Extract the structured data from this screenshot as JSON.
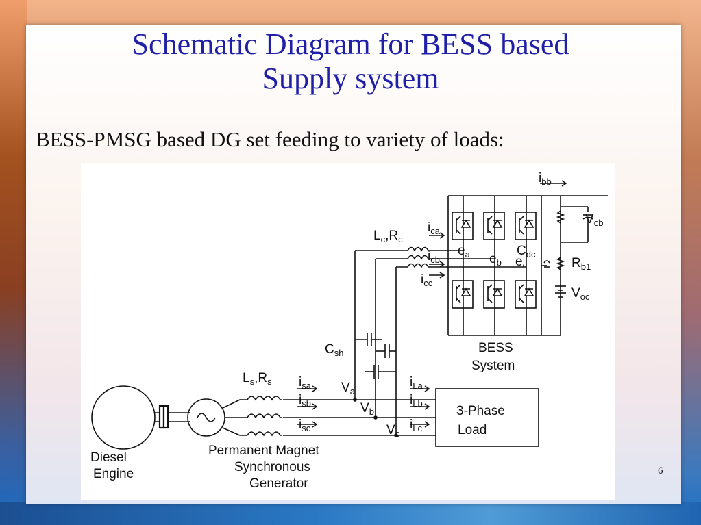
{
  "slide": {
    "title_line1": "Schematic Diagram for BESS based",
    "title_line2": "Supply system",
    "subtitle": "BESS-PMSG  based DG set feeding to variety of loads:",
    "page_number": "6"
  },
  "diagram": {
    "diesel_engine_l1": "Diesel",
    "diesel_engine_l2": "Engine",
    "pmsg_l1": "Permanent Magnet",
    "pmsg_l2": "Synchronous",
    "pmsg_l3": "Generator",
    "ls": "L",
    "ls_sub": "s",
    "rs": ",R",
    "rs_sub": "s",
    "lc": "L",
    "lc_sub": "c",
    "rc": ",R",
    "rc_sub": "c",
    "csh": "C",
    "csh_sub": "sh",
    "isa": "i",
    "isa_sub": "sa",
    "isb": "i",
    "isb_sub": "sb",
    "isc": "i",
    "isc_sub": "sc",
    "va": "V",
    "va_sub": "a",
    "vb": "V",
    "vb_sub": "b",
    "vc": "V",
    "vc_sub": "c",
    "ila": "i",
    "ila_sub": "La",
    "ilb": "i",
    "ilb_sub": "Lb",
    "ilc": "i",
    "ilc_sub": "Lc",
    "ica": "i",
    "ica_sub": "ca",
    "icb": "i",
    "icb_sub": "cb",
    "icc": "i",
    "icc_sub": "cc",
    "ea": "e",
    "ea_sub": "a",
    "eb": "e",
    "eb_sub": "b",
    "ec": "e",
    "ec_sub": "c",
    "cdc": "C",
    "cdc_sub": "dc",
    "ibb": "i",
    "ibb_sub": "bb",
    "vcb": "V",
    "vcb_sub": "cb",
    "rb1": "R",
    "rb1_sub": "b1",
    "voc": "V",
    "voc_sub": "oc",
    "bess_l1": "BESS",
    "bess_l2": "System",
    "load_l1": "3-Phase",
    "load_l2": "Load"
  }
}
